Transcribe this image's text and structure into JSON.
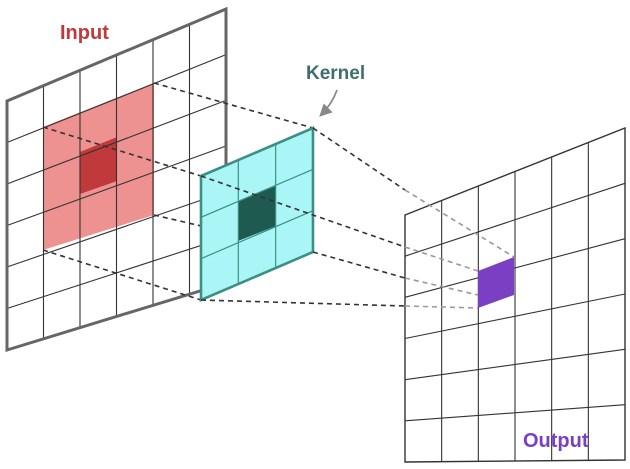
{
  "labels": {
    "input": "Input",
    "kernel": "Kernel",
    "output": "Output"
  },
  "colors": {
    "input_label": "#c0393b",
    "kernel_label": "#3f6e6e",
    "output_label": "#7b3fc4",
    "input_patch": "#ee9191",
    "input_center": "#c0393b",
    "kernel_fill": "#aaf5f5",
    "kernel_center": "#1e5a50",
    "kernel_border": "#3d8f86",
    "output_cell": "#7b3fc4",
    "grid_line": "#333333",
    "input_frame": "#666666"
  },
  "grids": {
    "input_cells": 6,
    "kernel_cells": 3,
    "output_cells": 6
  }
}
